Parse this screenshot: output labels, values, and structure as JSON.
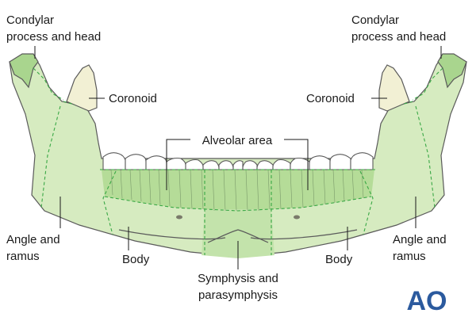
{
  "labels": {
    "condylar_left": [
      "Condylar",
      "process and head"
    ],
    "condylar_right": [
      "Condylar",
      "process and head"
    ],
    "coronoid_left": "Coronoid",
    "coronoid_right": "Coronoid",
    "alveolar": "Alveolar area",
    "angle_left": [
      "Angle and",
      "ramus"
    ],
    "angle_right": [
      "Angle and",
      "ramus"
    ],
    "body_left": "Body",
    "body_right": "Body",
    "symphysis": [
      "Symphysis and",
      "parasymphysis"
    ]
  },
  "logo": {
    "text": "AO"
  },
  "colors": {
    "bone": "#d6ebc0",
    "alveolar": "#b5dc98",
    "symphysis": "#c3e3ab",
    "condyle_head": "#a9d58e",
    "coronoid": "#f2f0d4",
    "dash_line": "#39a845",
    "outline": "#5a5a5a",
    "logo": "#2b5a9e",
    "text": "#1a1a1a"
  }
}
